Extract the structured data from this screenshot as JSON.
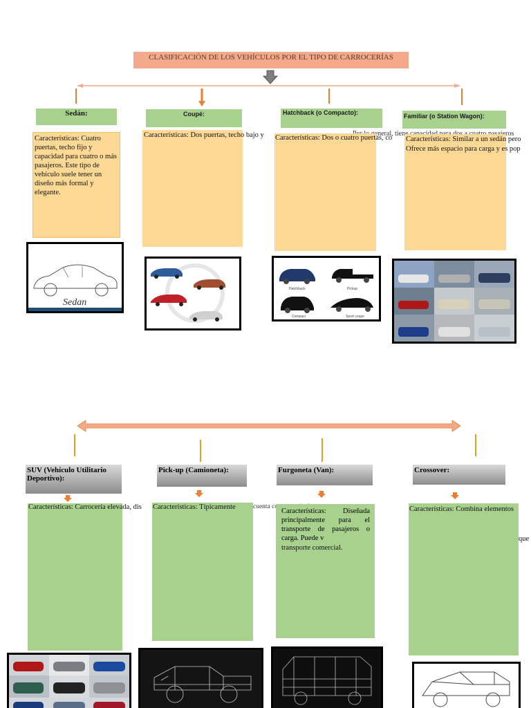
{
  "title": "CLASIFICACIÓN DE LOS VEHÍCULOS POR EL TIPO DE CARROCERÍAS",
  "top_row": [
    {
      "label": "Sedán:",
      "text": "Características: Cuatro puertas, techo fijo y capacidad para cuatro o más pasajeros. Este tipo de vehículo suele tener un diseño más formal y elegante.",
      "image_caption": "Sedan"
    },
    {
      "label": "Coupé:",
      "text": "Características: Dos puertas, techo bajo y",
      "overflow": "Por lo general, tiene capacidad para dos a cuatro pasajeros"
    },
    {
      "label": "Hatchback (o Compacto):",
      "text": "Características: Dos o cuatro puertas, co",
      "image_labels": [
        "Hatchback",
        "Pickup",
        "Compact",
        "Sport coupe"
      ]
    },
    {
      "label": "Familiar (o Station Wagon):",
      "text": "Características: Similar a un sedán pero",
      "text2": "Ofrece más espacio para carga y es pop"
    }
  ],
  "bottom_row": [
    {
      "label": "SUV (Vehículo Utilitario Deportivo):",
      "text": "Características: Carrocería elevada, dis"
    },
    {
      "label": "Pick-up (Camioneta):",
      "text": "Características: Típicamente",
      "overflow": "cuenta con una caja de carga"
    },
    {
      "label": "Furgoneta (Van):",
      "text": "Características: Diseñada principalmente para el transporte de pasajeros o carga. Puede v",
      "text_tail": "transporte comercial.",
      "overflow": "que"
    },
    {
      "label": "Crossover:",
      "text": "Características: Combina elementos"
    }
  ],
  "colors": {
    "title_bg": "#f4a98a",
    "orange_card": "#fed995",
    "green": "#a9d18e",
    "arrow_orange": "#ed7d31",
    "arrow_gold": "#e0a020"
  }
}
